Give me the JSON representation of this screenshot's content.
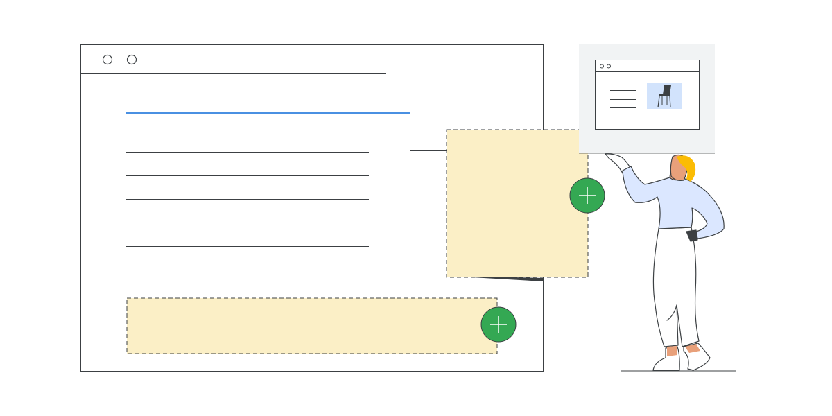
{
  "illustration": {
    "browser_window": {
      "window_controls": [
        "circle-button",
        "circle-button"
      ],
      "text_line_count": 6,
      "highlight_color": "#4a90e2"
    },
    "placeholders": [
      {
        "name": "banner-placeholder",
        "fill": "#fbefc6",
        "action": "add"
      },
      {
        "name": "image-placeholder",
        "fill": "#fbefc6",
        "action": "add"
      }
    ],
    "add_button_color": "#34a853",
    "floating_card": {
      "background": "#f1f3f4",
      "thumbnail": "chair-icon",
      "thumbnail_background": "#d2e3fc"
    },
    "person": {
      "shirt_color": "#dbe7ff",
      "hair_color": "#fbbc04",
      "pants_color": "#ffffff"
    },
    "stroke_color": "#3c4043"
  }
}
